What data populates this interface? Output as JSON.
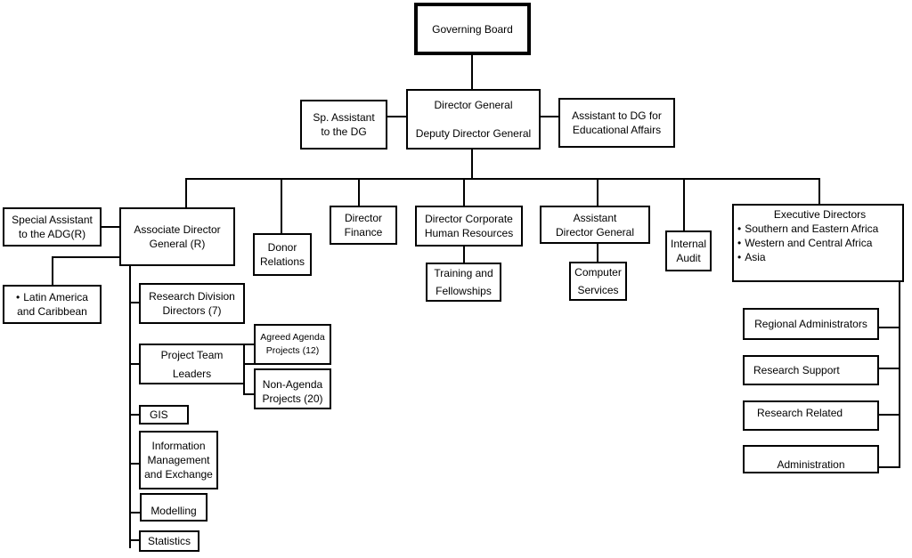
{
  "chart_title": "Organizational Chart",
  "nodes": {
    "governing_board": "Governing Board",
    "director_general": "Director General",
    "deputy_director_general": "Deputy Director General",
    "sp_assistant_dg": [
      "Sp. Assistant",
      "to the DG"
    ],
    "assistant_dg_edu": [
      "Assistant to DG for",
      "Educational Affairs"
    ],
    "special_assistant_adg": [
      "Special Assistant",
      "to the ADG(R)"
    ],
    "associate_dg": [
      "Associate Director",
      "General (R)"
    ],
    "donor_relations": [
      "Donor",
      "Relations"
    ],
    "director_finance": [
      "Director",
      "Finance"
    ],
    "director_hr": [
      "Director Corporate",
      "Human Resources"
    ],
    "assistant_dg": [
      "Assistant",
      "Director General"
    ],
    "internal_audit": [
      "Internal",
      "Audit"
    ],
    "executive_directors": {
      "title": "Executive Directors",
      "regions": [
        "Southern and Eastern Africa",
        "Western and Central Africa",
        "Asia"
      ]
    },
    "latin_america": [
      "Latin America",
      "and Caribbean"
    ],
    "training": [
      "Training and",
      "Fellowships"
    ],
    "computer_services": [
      "Computer",
      "Services"
    ],
    "research_division": [
      "Research Division",
      "Directors (7)"
    ],
    "project_team": [
      "Project Team",
      "Leaders"
    ],
    "agreed_agenda": [
      "Agreed Agenda",
      "Projects (12)"
    ],
    "non_agenda": [
      "Non-Agenda",
      "Projects (20)"
    ],
    "gis": "GIS",
    "info_mgmt": [
      "Information",
      "Management",
      "and Exchange"
    ],
    "modelling": "Modelling",
    "statistics": "Statistics",
    "regional_admin": "Regional Administrators",
    "research_support": "Research Support",
    "research_related": "Research Related",
    "administration": "Administration"
  }
}
